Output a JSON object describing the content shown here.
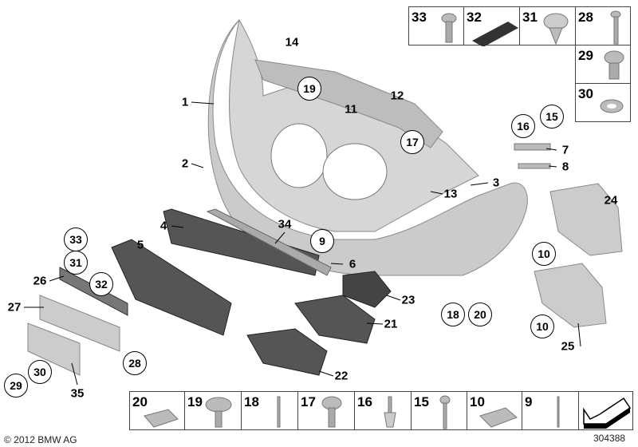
{
  "callouts": [
    "1",
    "2",
    "3",
    "4",
    "5",
    "6",
    "7",
    "8",
    "9",
    "10",
    "10",
    "11",
    "12",
    "13",
    "14",
    "15",
    "16",
    "17",
    "18",
    "19",
    "20",
    "21",
    "22",
    "23",
    "24",
    "25",
    "26",
    "27",
    "28",
    "29",
    "30",
    "31",
    "32",
    "33",
    "34",
    "35"
  ],
  "parts_table": [
    "33",
    "32",
    "31",
    "28",
    "29",
    "30"
  ],
  "hardware_strip": [
    "20",
    "19",
    "18",
    "17",
    "16",
    "15",
    "10",
    "9"
  ],
  "copyright": "© 2012 BMW AG",
  "diagram_number": "304388",
  "colors": {
    "part": "#c8c8c8",
    "part_edge": "#8a8a8a",
    "grille": "#3a3a3a"
  }
}
